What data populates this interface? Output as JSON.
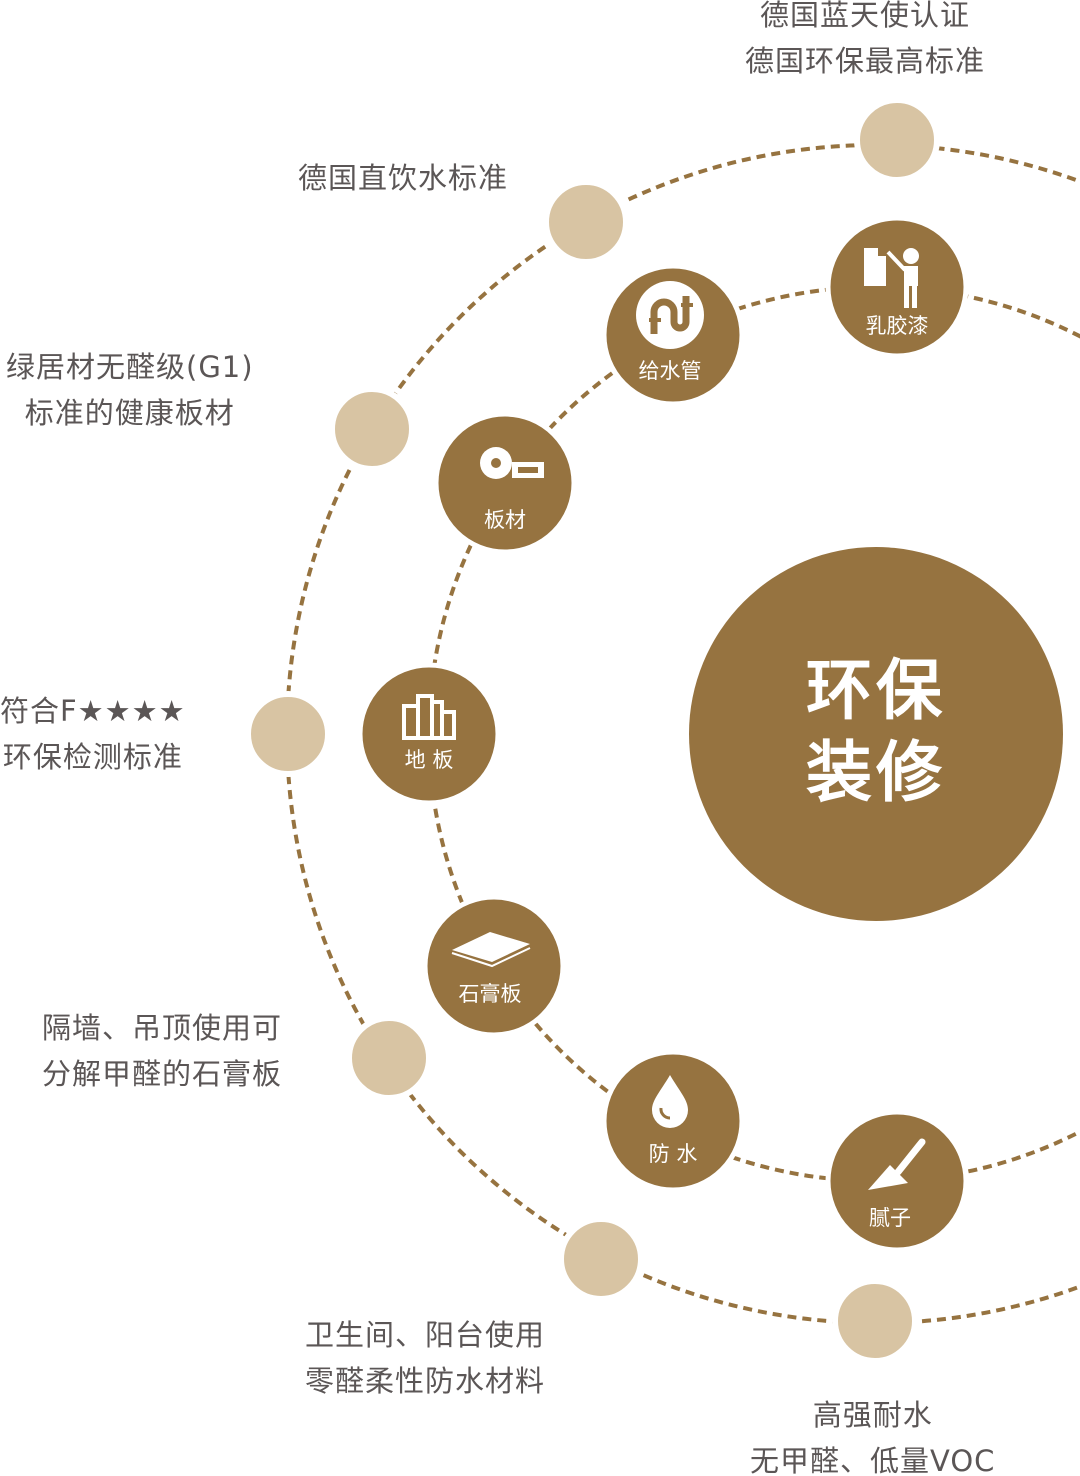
{
  "colors": {
    "brown": "#967340",
    "beige": "#d8c4a3",
    "text": "#5b5656"
  },
  "center": {
    "line1": "环保",
    "line2": "装修"
  },
  "inner_nodes": [
    {
      "label": "乳胶漆",
      "icon": "painter-icon"
    },
    {
      "label": "给水管",
      "icon": "pipe-icon"
    },
    {
      "label": "板材",
      "icon": "saw-board-icon"
    },
    {
      "label": "地 板",
      "icon": "floor-icon"
    },
    {
      "label": "石膏板",
      "icon": "gypsum-board-icon"
    },
    {
      "label": "防 水",
      "icon": "water-drop-icon"
    },
    {
      "label": "腻子",
      "icon": "trowel-icon"
    }
  ],
  "outer_labels": [
    {
      "line1": "德国蓝天使认证",
      "line2": "德国环保最高标准"
    },
    {
      "line1": "德国直饮水标准",
      "line2": ""
    },
    {
      "line1": "绿居材无醛级(G1)",
      "line2": "标准的健康板材"
    },
    {
      "line1": "符合F★★★★",
      "line2": "环保检测标准"
    },
    {
      "line1": "隔墙、吊顶使用可",
      "line2": "分解甲醛的石膏板"
    },
    {
      "line1": "卫生间、阳台使用",
      "line2": "零醛柔性防水材料"
    },
    {
      "line1": "高强耐水",
      "line2": "无甲醛、低量VOC"
    }
  ]
}
